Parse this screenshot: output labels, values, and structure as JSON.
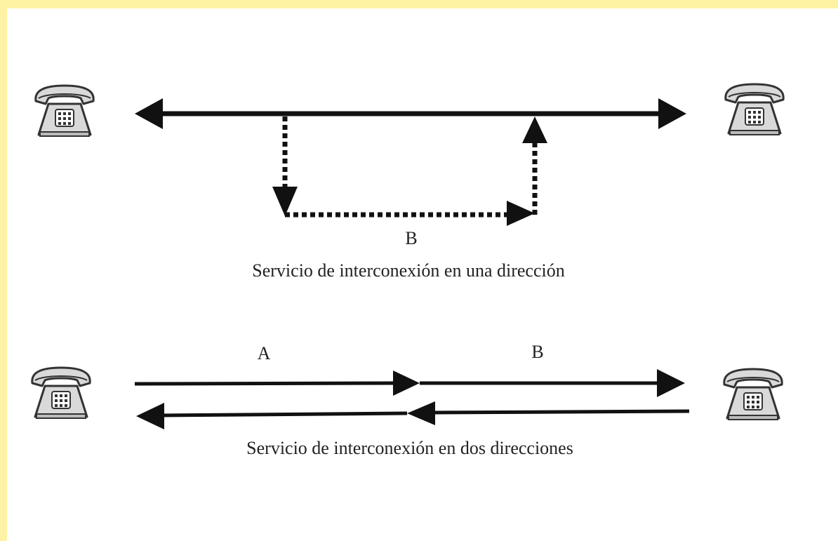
{
  "diagram": {
    "one_way": {
      "segment_label": "B",
      "caption": "Servicio de interconexión en una dirección"
    },
    "two_way": {
      "segment_a_label": "A",
      "segment_b_label": "B",
      "caption": "Servicio de interconexión en dos direcciones"
    }
  },
  "icons": [
    "telephone-icon"
  ],
  "colors": {
    "frame": "#fef3a4",
    "background": "#ffffff",
    "lines": "#111111"
  }
}
